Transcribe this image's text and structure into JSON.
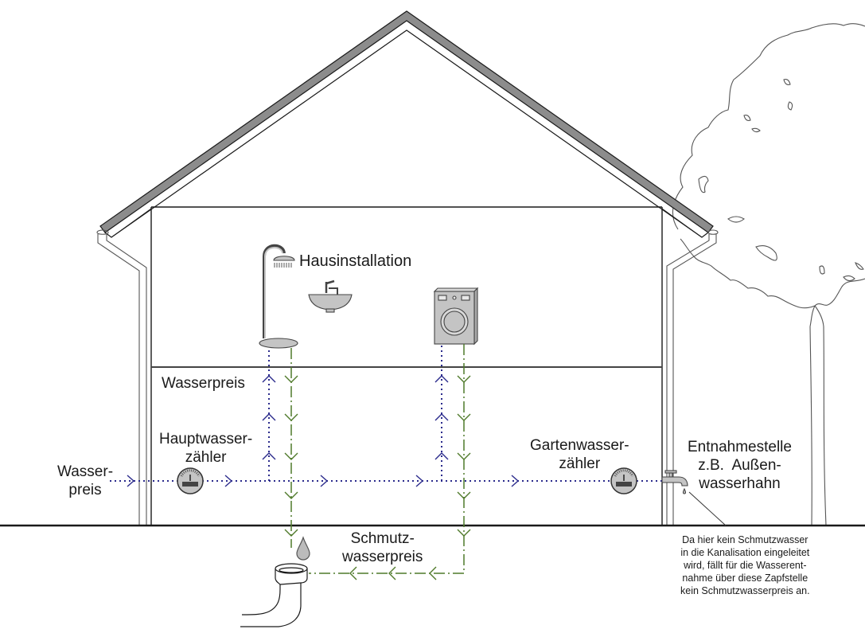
{
  "labels": {
    "hausinstallation": "Hausinstallation",
    "wasserpreis_inside": "Wasserpreis",
    "hauptwasserzaehler": "Hauptwasser-\nzähler",
    "wasserpreis_outside": "Wasser-\npreis",
    "gartenwasserzaehler": "Gartenwasser-\nzähler",
    "entnahmestelle": "Entnahmestelle\nz.B.  Außen-\nwasserhahn",
    "schmutzwasserpreis": "Schmutz-\nwasserpreis"
  },
  "note": {
    "text": "Da hier kein Schmutzwasser\nin die Kanalisation eingeleitet\nwird, fällt für die Wasserent-\nnahme über diese Zapfstelle\nkein Schmutzwasserpreis an."
  },
  "icons": {
    "shower": "shower-icon",
    "sink": "sink-icon",
    "washing_machine": "washing-machine-icon",
    "main_meter": "water-meter-icon",
    "garden_meter": "water-meter-icon",
    "tap": "outdoor-tap-icon",
    "drop": "water-drop-icon",
    "sewer_pipe": "sewer-pipe-icon",
    "tree": "tree-icon"
  },
  "colors": {
    "fresh_water": "#2b2b8c",
    "waste_water": "#4f7a2a",
    "roof": "#8c8c8c",
    "appliance": "#c4c4c4",
    "line": "#1a1a1a"
  }
}
